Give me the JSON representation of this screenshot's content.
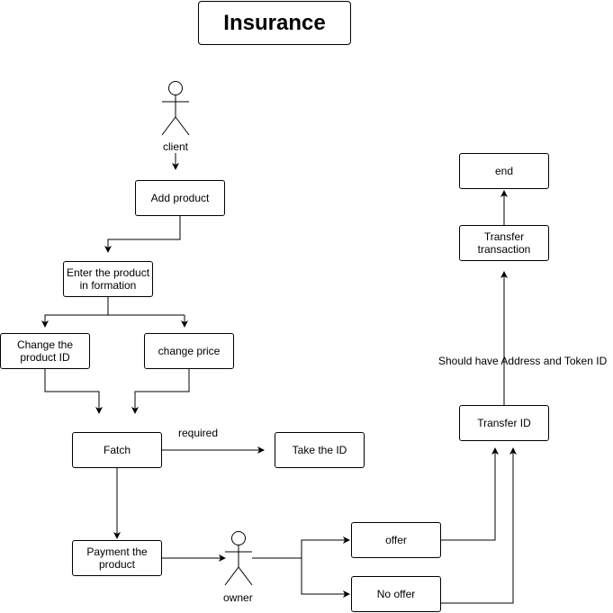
{
  "title": "Insurance",
  "actors": {
    "client": "client",
    "owner": "owner"
  },
  "nodes": {
    "add_product": "Add product",
    "enter_info": "Enter the product\nin formation",
    "change_id": "Change the\nproduct ID",
    "change_price": "change price",
    "fatch": "Fatch",
    "take_id": "Take the ID",
    "payment": "Payment the\nproduct",
    "offer": "offer",
    "no_offer": "No offer",
    "transfer_id": "Transfer ID",
    "transfer_tx": "Transfer\ntransaction",
    "end": "end"
  },
  "edge_labels": {
    "required": "required",
    "should_have": "Should have Address and Token ID"
  }
}
